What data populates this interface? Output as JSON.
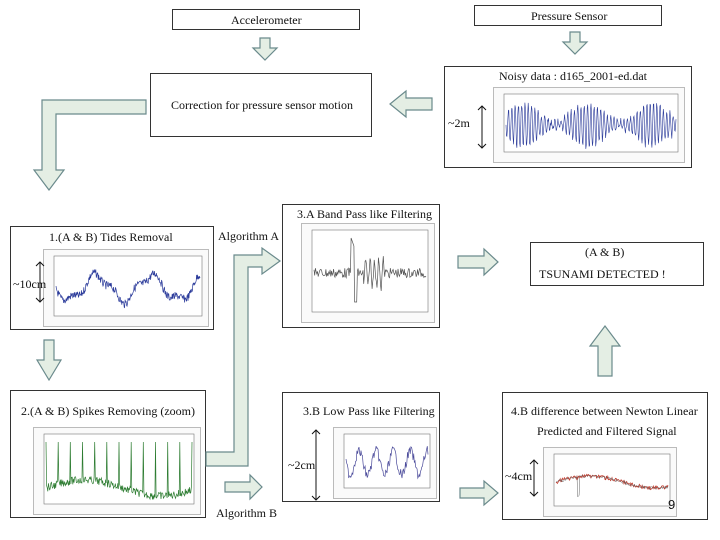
{
  "boxes": {
    "accelerometer": "Accelerometer",
    "pressure_sensor": "Pressure Sensor",
    "noisy_data": "Noisy data : d165_2001-ed.dat",
    "correction": "Correction for pressure sensor motion",
    "tides_removal": "1.(A & B) Tides Removal",
    "band_pass": "3.A  Band Pass like Filtering",
    "detected_line1": "(A & B)",
    "detected_line2": "TSUNAMI DETECTED !",
    "spikes": "2.(A & B) Spikes Removing (zoom)",
    "low_pass": "3.B Low Pass like Filtering",
    "difference_line1": "4.B difference between Newton Linear",
    "difference_line2": "Predicted and Filtered Signal"
  },
  "labels": {
    "algorithm_a": "Algorithm A",
    "algorithm_b": "Algorithm B",
    "scale_2m": "~2m",
    "scale_10cm": "~10cm",
    "scale_2cm": "~2cm",
    "scale_4cm": "~4cm"
  },
  "page_number": "9",
  "colors": {
    "arrow_fill": "#e4eee4",
    "arrow_stroke": "#6a8a8c",
    "plot_blue": "#2a3a9a",
    "plot_green": "#2e7d32",
    "plot_purple": "#4a4a9a",
    "plot_red": "#c0392b"
  }
}
